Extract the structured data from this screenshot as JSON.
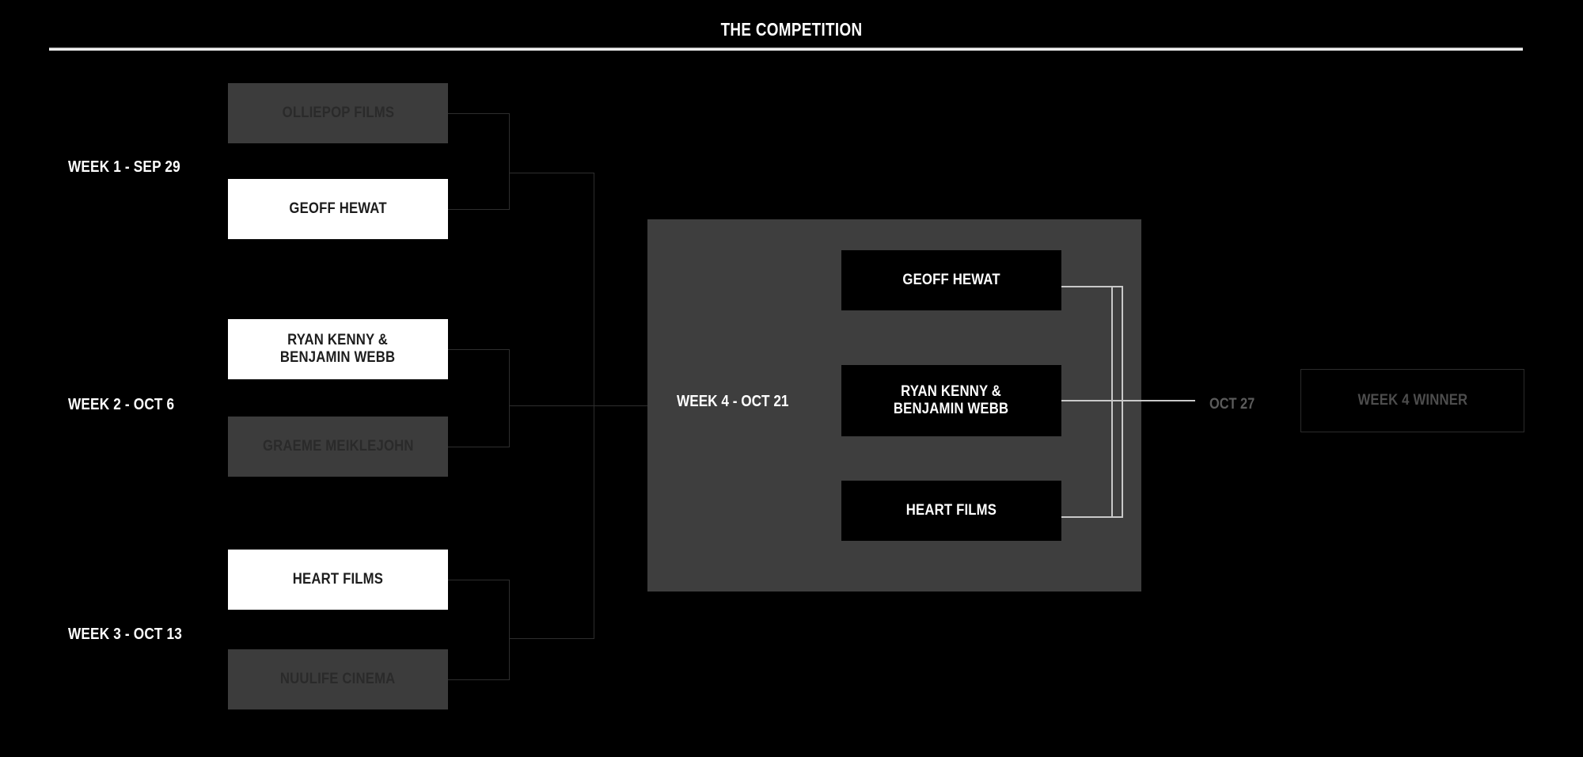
{
  "header": {
    "title": "THE COMPETITION"
  },
  "rounds": [
    {
      "label": "WEEK 1 - SEP 29",
      "matches": [
        {
          "name": "OLLIEPOP FILMS",
          "status": "eliminated"
        },
        {
          "name": "GEOFF HEWAT",
          "status": "winner"
        }
      ]
    },
    {
      "label": "WEEK 2 - OCT 6",
      "matches": [
        {
          "name": "RYAN KENNY &\nBENJAMIN WEBB",
          "status": "winner"
        },
        {
          "name": "GRAEME MEIKLEJOHN",
          "status": "eliminated"
        }
      ]
    },
    {
      "label": "WEEK 3 - OCT 13",
      "matches": [
        {
          "name": "HEART FILMS",
          "status": "winner"
        },
        {
          "name": "NUULIFE CINEMA",
          "status": "eliminated"
        }
      ]
    }
  ],
  "semifinal": {
    "label": "WEEK  4 - OCT 21",
    "entrants": [
      {
        "name": "GEOFF HEWAT"
      },
      {
        "name": "RYAN KENNY &\nBENJAMIN WEBB"
      },
      {
        "name": "HEART FILMS"
      }
    ]
  },
  "final": {
    "date": "OCT 27",
    "placeholder": "WEEK 4 WINNER"
  },
  "colors": {
    "background": "#000000",
    "winner_box": "#ffffff",
    "eliminated_box": "#3c3c3c",
    "panel": "#3e3e3e",
    "panel_box": "#000000",
    "connector_dark": "#2e2e2e",
    "connector_light": "#c9c9c9",
    "final_outline": "#2b2b2b"
  }
}
